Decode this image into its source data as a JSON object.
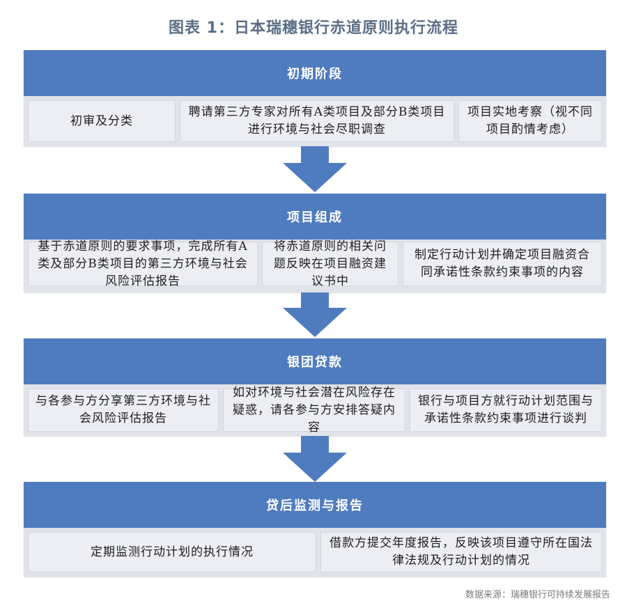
{
  "title": "图表 1：日本瑞穗银行赤道原则执行流程",
  "stages": [
    {
      "name": "初期阶段",
      "steps": [
        "初审及分类",
        "聘请第三方专家对所有A类项目及部分B类项目进行环境与社会尽职调查",
        "项目实地考察（视不同项目酌情考虑）"
      ]
    },
    {
      "name": "项目组成",
      "steps": [
        "基于赤道原则的要求事项，完成所有A类及部分B类项目的第三方环境与社会风险评估报告",
        "将赤道原则的相关问题反映在项目融资建议书中",
        "制定行动计划并确定项目融资合同承诺性条款约束事项的内容"
      ]
    },
    {
      "name": "银团贷款",
      "steps": [
        "与各参与方分享第三方环境与社会风险评估报告",
        "如对环境与社会潜在风险存在疑惑，请各参与方安排答疑内容",
        "银行与项目方就行动计划范围与承诺性条款约束事项进行谈判"
      ]
    },
    {
      "name": "贷后监测与报告",
      "steps": [
        "定期监测行动计划的执行情况",
        "借款方提交年度报告，反映该项目遵守所在国法律法规及行动计划的情况"
      ]
    }
  ],
  "source": "数据来源：瑞穗银行可持续发展报告",
  "colors": {
    "header": "#4f7cbf",
    "panel": "#e1e3ea",
    "arrow": "#4f7cbf"
  }
}
